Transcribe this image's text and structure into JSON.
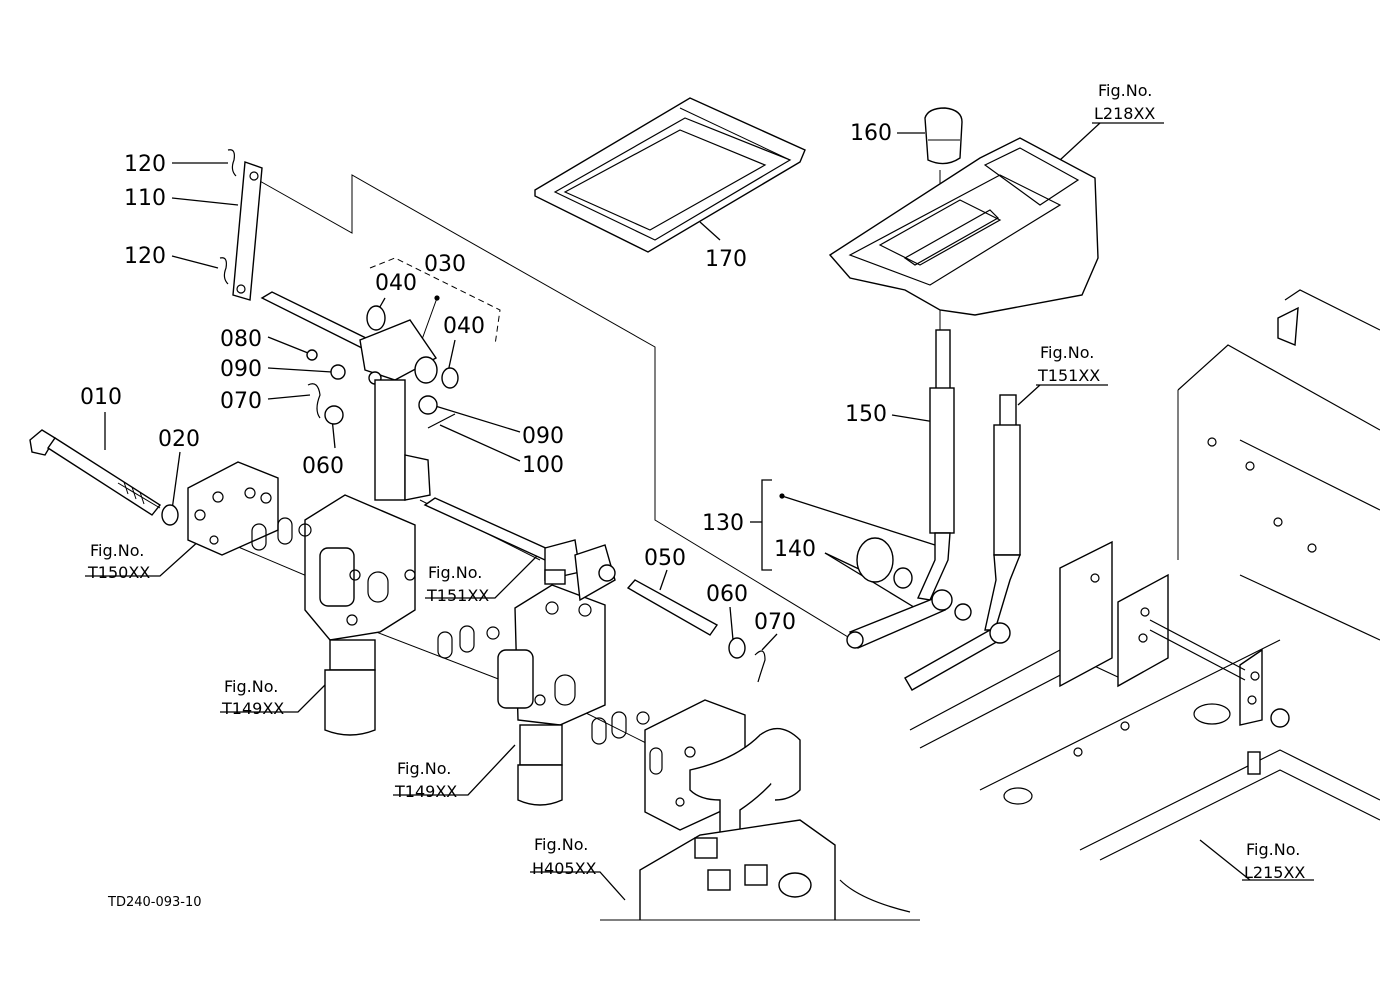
{
  "parts": {
    "p010": "010",
    "p020": "020",
    "p030": "030",
    "p040a": "040",
    "p040b": "040",
    "p050": "050",
    "p060a": "060",
    "p060b": "060",
    "p070a": "070",
    "p070b": "070",
    "p080": "080",
    "p090a": "090",
    "p090b": "090",
    "p100": "100",
    "p110": "110",
    "p120a": "120",
    "p120b": "120",
    "p130": "130",
    "p140": "140",
    "p150": "150",
    "p160": "160",
    "p170": "170"
  },
  "figrefs": {
    "fig_label": "Fig.No.",
    "r1": "L218XX",
    "r2": "T151XX",
    "r3": "T150XX",
    "r4": "T151XX",
    "r5": "T149XX",
    "r6": "T149XX",
    "r7": "H405XX",
    "r8": "L215XX"
  },
  "drawing_code": "TD240-093-10"
}
